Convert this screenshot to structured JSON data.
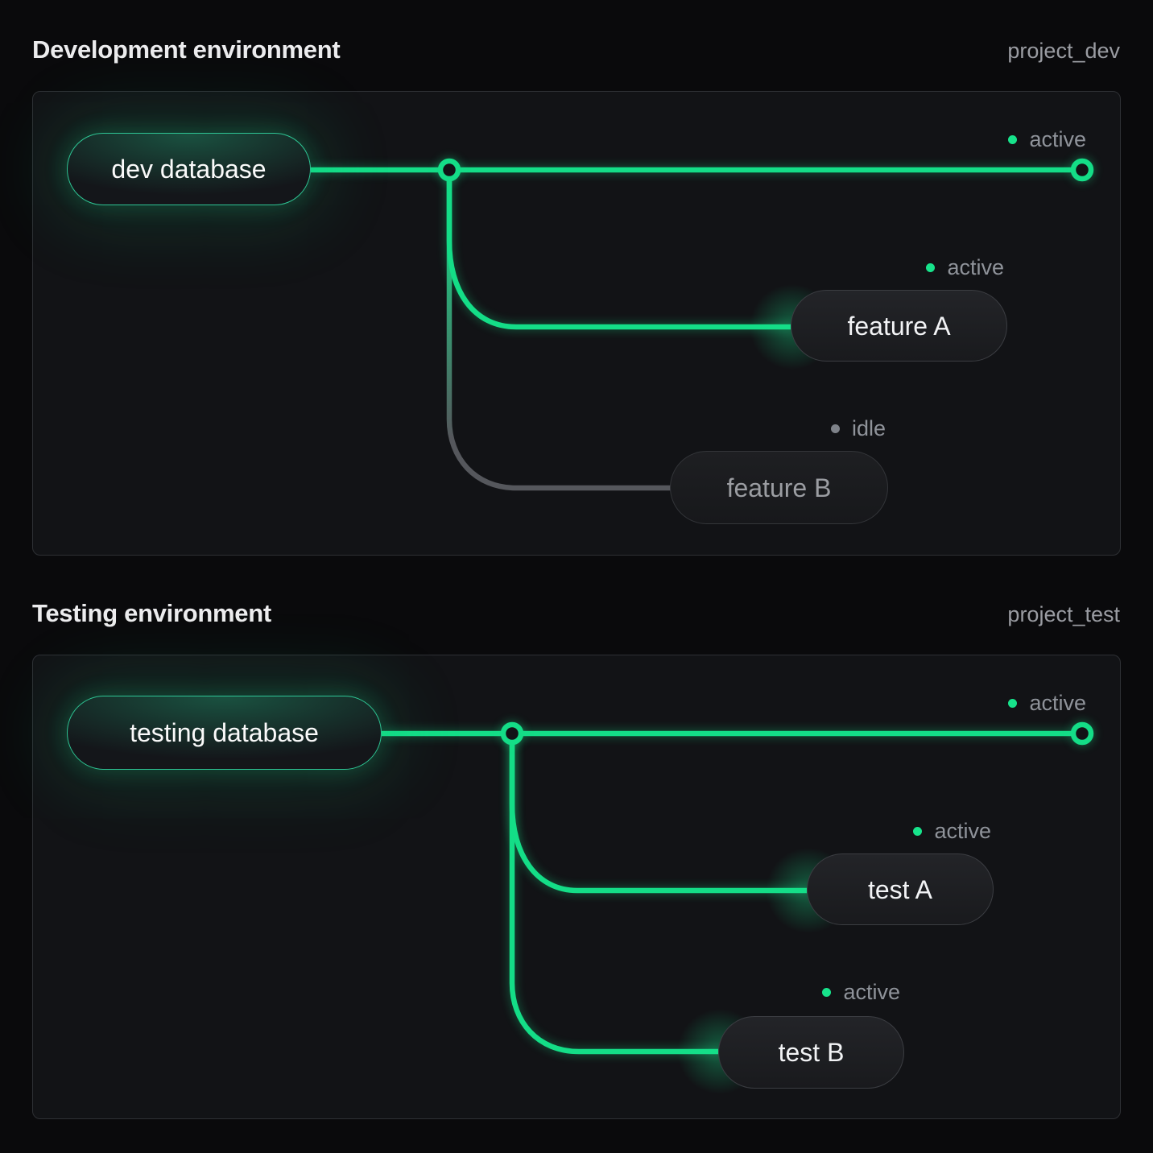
{
  "app": {
    "background": "#0a0a0c"
  },
  "colors": {
    "accent_green": "#14dd87",
    "idle_line_gray": "#55575c",
    "status_text": "#8f939a",
    "panel_border": "#2e3034",
    "panel_background": "#121316"
  },
  "environments": [
    {
      "title": "Development environment",
      "project": "project_dev",
      "root": {
        "label": "dev database"
      },
      "main_branch": {
        "status": "active"
      },
      "branches": [
        {
          "label": "feature A",
          "status": "active"
        },
        {
          "label": "feature B",
          "status": "idle"
        }
      ]
    },
    {
      "title": "Testing environment",
      "project": "project_test",
      "root": {
        "label": "testing database"
      },
      "main_branch": {
        "status": "active"
      },
      "branches": [
        {
          "label": "test A",
          "status": "active"
        },
        {
          "label": "test B",
          "status": "active"
        }
      ]
    }
  ]
}
